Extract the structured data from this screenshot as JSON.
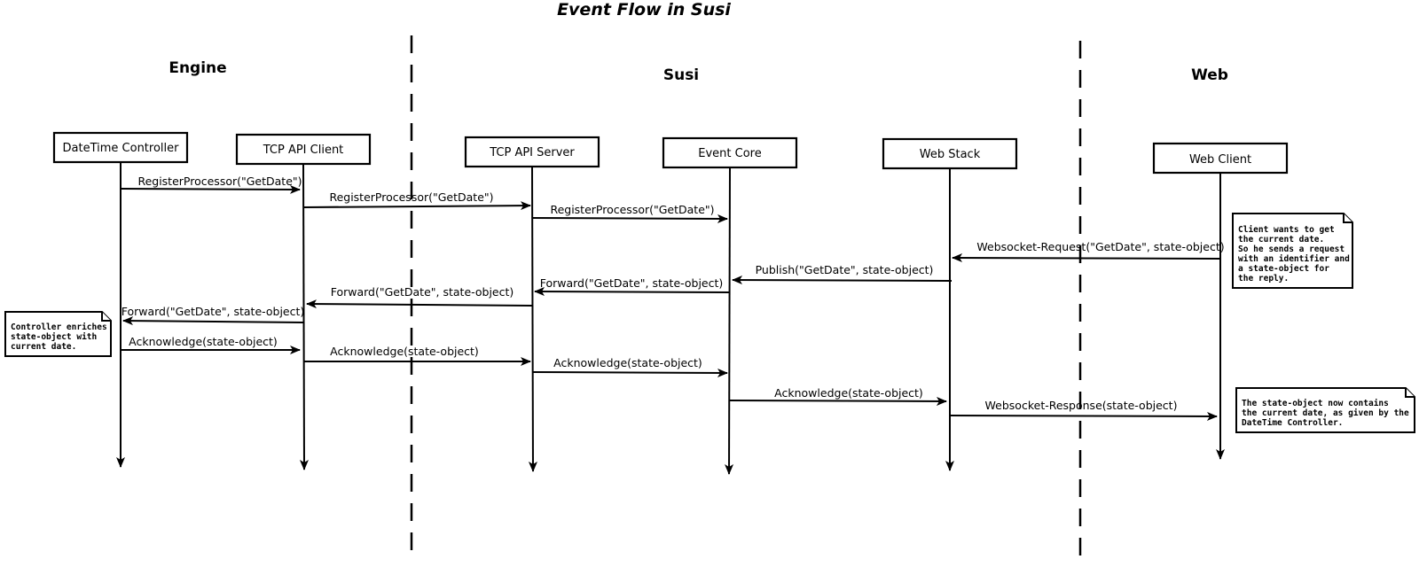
{
  "title": "Event Flow in Susi",
  "regions": [
    "Engine",
    "Susi",
    "Web"
  ],
  "actors": [
    "DateTime Controller",
    "TCP API Client",
    "TCP API Server",
    "Event Core",
    "Web Stack",
    "Web Client"
  ],
  "messages": [
    "RegisterProcessor(\"GetDate\")",
    "RegisterProcessor(\"GetDate\")",
    "RegisterProcessor(\"GetDate\")",
    "Websocket-Request(\"GetDate\", state-object)",
    "Publish(\"GetDate\", state-object)",
    "Forward(\"GetDate\", state-object)",
    "Forward(\"GetDate\", state-object)",
    "Forward(\"GetDate\", state-object)",
    "Acknowledge(state-object)",
    "Acknowledge(state-object)",
    "Acknowledge(state-object)",
    "Acknowledge(state-object)",
    "Websocket-Response(state-object)"
  ],
  "notes": [
    [
      "Client wants to get",
      "the current date.",
      "So he sends a request",
      "with an identifier and",
      "a state-object for",
      "the reply."
    ],
    [
      "Controller enriches",
      "state-object with",
      "current date."
    ],
    [
      "The state-object now contains",
      "the current date, as given by the",
      "DateTime Controller."
    ]
  ]
}
